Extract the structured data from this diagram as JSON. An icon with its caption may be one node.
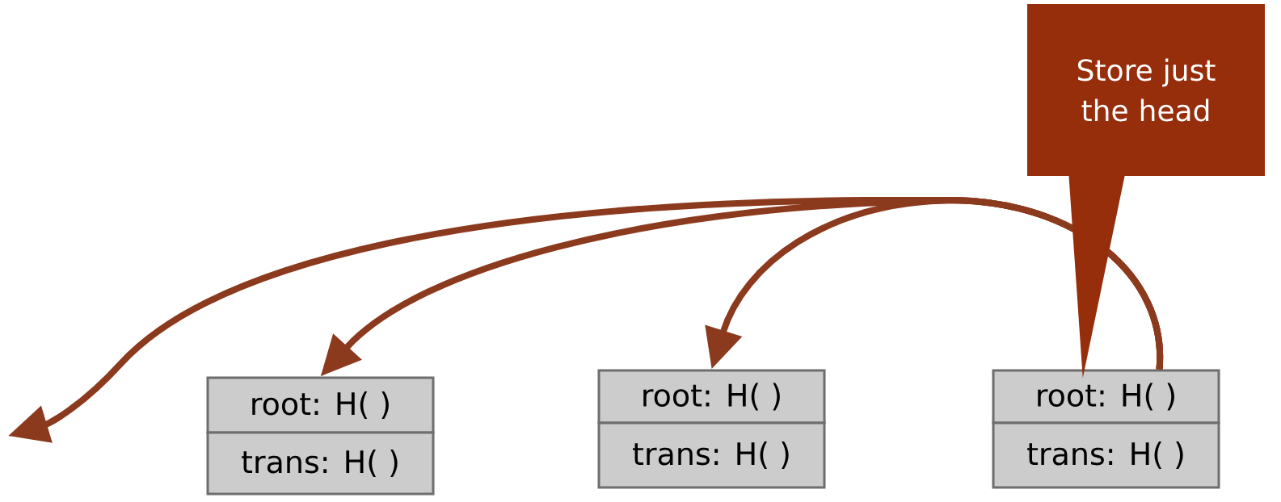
{
  "diagram": {
    "nodes": [
      {
        "text": [
          "root: H( )"
        ]
      },
      {
        "text": [
          "trans: H( )"
        ]
      },
      {
        "text": [
          "root: H( )"
        ]
      },
      {
        "text": [
          "trans: H( )"
        ]
      },
      {
        "text": [
          "root: H( )"
        ]
      },
      {
        "text": [
          "trans: H( )"
        ]
      },
      {
        "text": [
          "Store just the head"
        ]
      }
    ],
    "edges": [
      {
        "from": 4,
        "to": 2,
        "arrow": "to"
      },
      {
        "from": 4,
        "to": 0,
        "arrow": "to"
      },
      {
        "from": 4,
        "to": null,
        "arrow": "to"
      },
      {
        "from": 6,
        "to": 4,
        "arrow": "none"
      }
    ]
  }
}
